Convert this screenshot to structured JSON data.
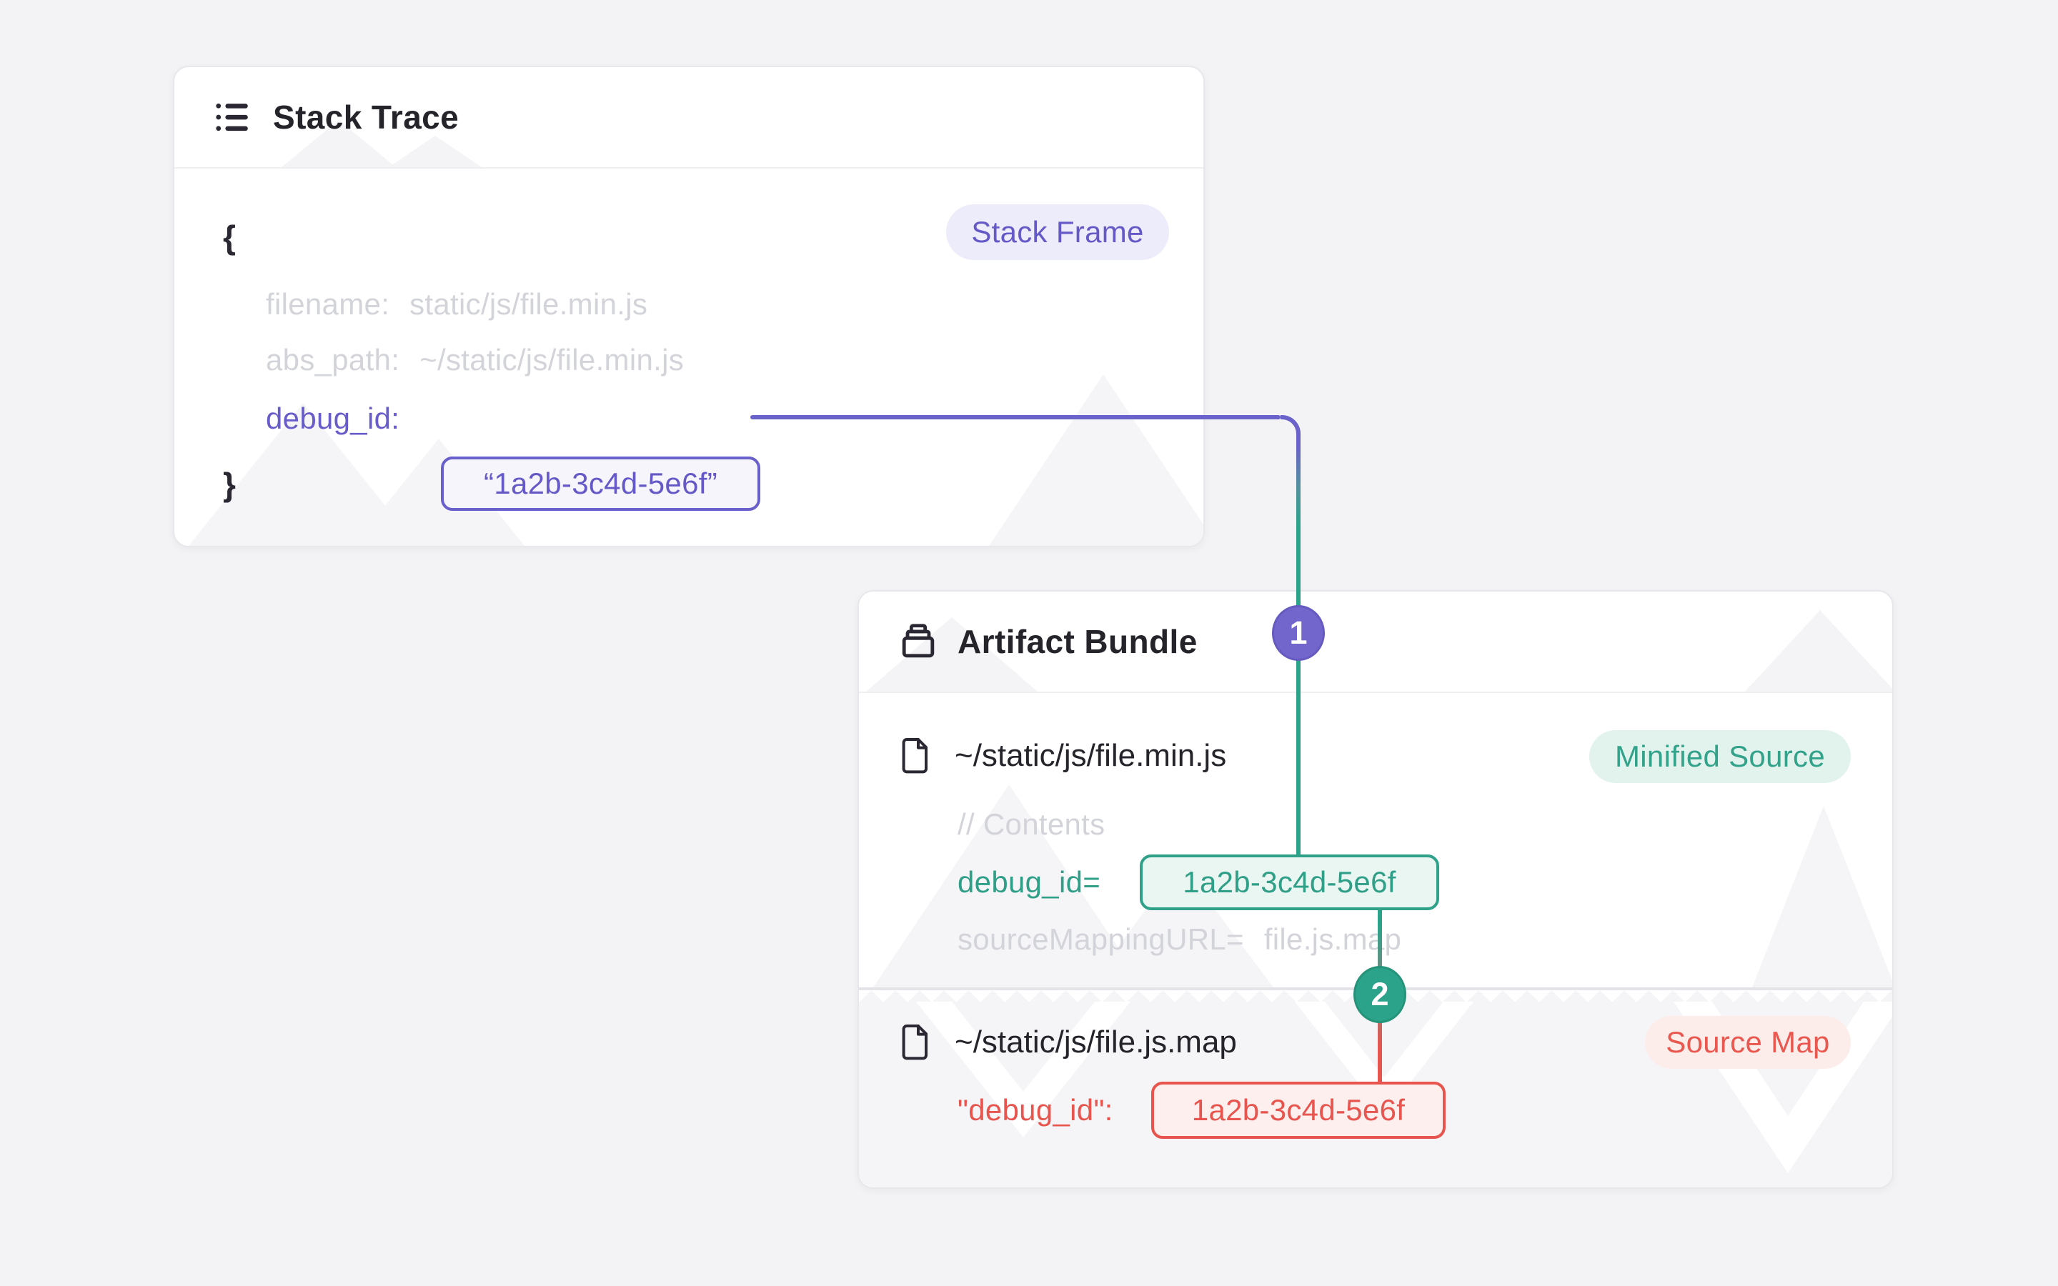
{
  "colors": {
    "purple": "#6C5FC7",
    "teal": "#2BA38A",
    "red": "#E8544E",
    "page_background": "#F3F3F5",
    "muted_text": "#D3D4DA",
    "dark_text": "#26242B"
  },
  "stack_trace": {
    "title": "Stack Trace",
    "icon": "list-icon",
    "badge": "Stack Frame",
    "code": {
      "open_brace": "{",
      "close_brace": "}",
      "fields": [
        {
          "key": "filename:",
          "value": "static/js/file.min.js"
        },
        {
          "key": "abs_path:",
          "value": "~/static/js/file.min.js"
        },
        {
          "key": "debug_id:",
          "value": "“1a2b-3c4d-5e6f”"
        }
      ]
    }
  },
  "artifact_bundle": {
    "title": "Artifact Bundle",
    "icon": "archive-icon",
    "files": [
      {
        "icon": "file-icon",
        "path": "~/static/js/file.min.js",
        "badge": "Minified Source",
        "lines": {
          "comment": "// Contents",
          "debug_key": "debug_id=",
          "debug_value": "1a2b-3c4d-5e6f",
          "mapping_key": "sourceMappingURL=",
          "mapping_value": "file.js.map"
        }
      },
      {
        "icon": "file-icon",
        "path": "~/static/js/file.js.map",
        "badge": "Source Map",
        "lines": {
          "debug_key": "\"debug_id\":",
          "debug_value": "1a2b-3c4d-5e6f"
        }
      }
    ]
  },
  "connectors": {
    "step1": "1",
    "step2": "2"
  }
}
